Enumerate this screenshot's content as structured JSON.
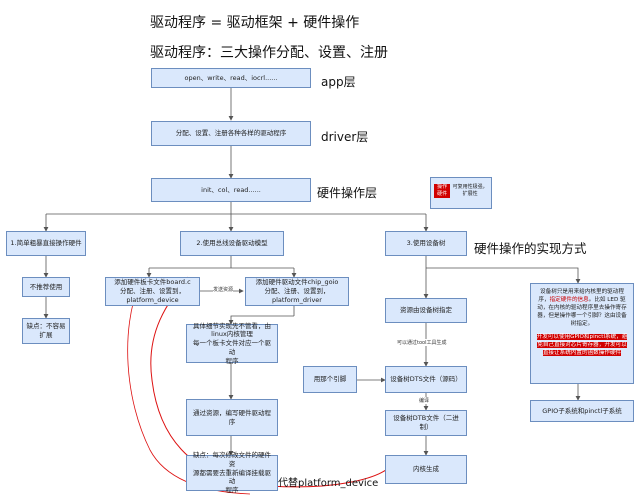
{
  "titles": {
    "line1": "驱动程序 = 驱动框架 + 硬件操作",
    "line2": "驱动程序：三大操作分配、设置、注册"
  },
  "layers": {
    "app": "app层",
    "driver": "driver层",
    "hw": "硬件操作层"
  },
  "boxes": {
    "app_box": "open、write、read、iocrl......",
    "driver_box": "分配、设置、注册各种各样的驱动程序",
    "hw_box": "init、col、read......",
    "method1": "1.简单粗暴直接操作硬件",
    "method1_a": "不推荐使用",
    "method1_b": "缺点：不容易\n扩展",
    "method2": "2.使用总线设备驱动模型",
    "board_file": "添加硬件板卡文件board.c\n分配、注册、设置到，\nplatform_device",
    "chip_file": "添加硬件驱动文件chip_goio\n分配、注册、设置到，\nplatform_driver",
    "details": "具体细节实现先不管看，由\nlinux内核管理\n每一个板卡文件对应一个驱动\n程序",
    "resource_write": "通过资源，编写硬件驱动程序",
    "drawback2": "缺点：每次修改文件的硬件资\n源都需要去重新编译挂载驱动\n程序",
    "method3": "3.使用设备树",
    "resource_tree": "资源由设备树指定",
    "dts": "设备树DTS文件（源码）",
    "dtb": "设备树DTB文件（二进制）",
    "kernel_gen": "内核生成",
    "reference": "用那个引脚",
    "gpio": "GPIO子系统和pinctl子系统"
  },
  "edge_labels": {
    "send_res": "发送资源",
    "tool_gen": "可以通过tool工具生成",
    "compile": "编译"
  },
  "section_title": "硬件操作的实现方式",
  "legend": {
    "tag": "操作硬件",
    "text": "可复用性极强，扩展性"
  },
  "right_note": {
    "part1": "设备树只是用来给内核里的驱动程序，",
    "part1_red": "指定硬件的信息",
    "part2": "。比如 LED 驱动，在内核的驱动程序里去操作寄存器，但是操作哪一个引脚？这由设备树指定。",
    "highlight": "开发可以使用GPIO和pinctl系统，避免自己直接对芯片寄存器，开发可以直接让系统内置的函数操作硬件"
  },
  "red_annotation": "代替platform_device"
}
